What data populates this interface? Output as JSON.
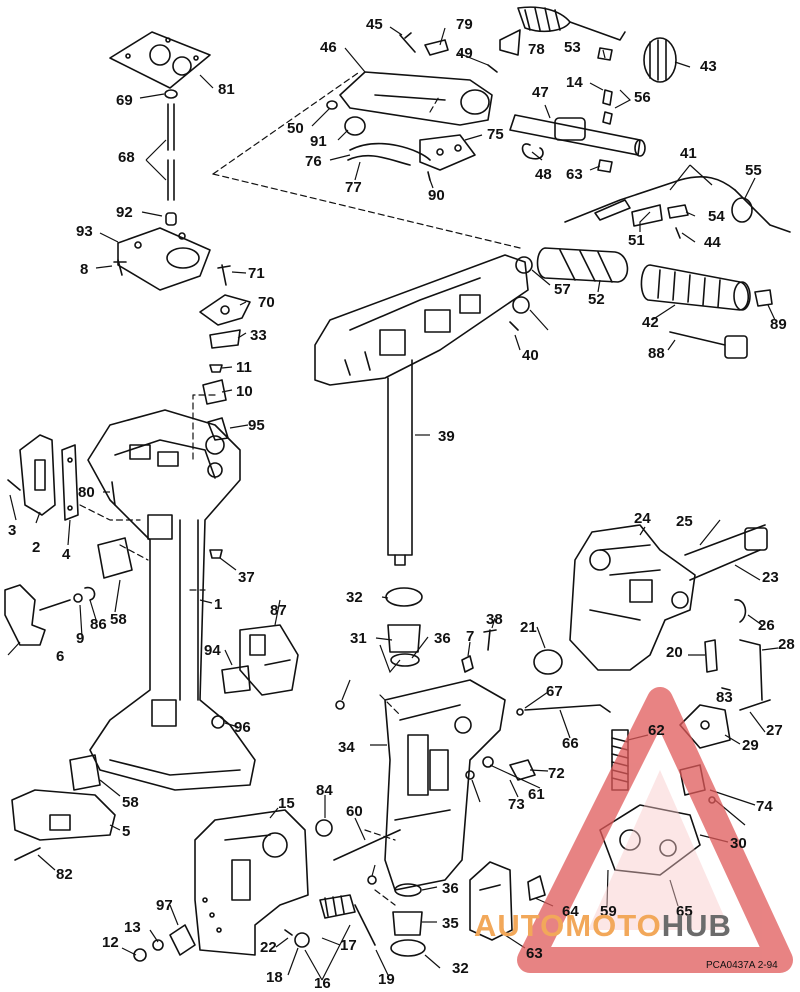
{
  "callouts": [
    "45",
    "79",
    "46",
    "49",
    "78",
    "53",
    "43",
    "81",
    "69",
    "50",
    "91",
    "75",
    "14",
    "56",
    "47",
    "68",
    "76",
    "77",
    "90",
    "48",
    "63",
    "41",
    "55",
    "92",
    "93",
    "51",
    "54",
    "44",
    "8",
    "71",
    "57",
    "52",
    "70",
    "33",
    "40",
    "89",
    "42",
    "11",
    "88",
    "10",
    "95",
    "39",
    "2",
    "4",
    "80",
    "3",
    "24",
    "25",
    "37",
    "1",
    "23",
    "58",
    "87",
    "32",
    "6",
    "9",
    "86",
    "38",
    "21",
    "94",
    "31",
    "36",
    "7",
    "20",
    "83",
    "28",
    "26",
    "96",
    "67",
    "34",
    "66",
    "62",
    "27",
    "29",
    "61",
    "72",
    "73",
    "74",
    "58",
    "84",
    "60",
    "30",
    "5",
    "15",
    "82",
    "36",
    "35",
    "59",
    "65",
    "64",
    "63",
    "97",
    "22",
    "17",
    "13",
    "12",
    "18",
    "16",
    "19",
    "32"
  ],
  "drawing_code": "PCA0437A   2-94",
  "watermark": {
    "brand_left": "AUTOMOTO",
    "brand_right": "HUB"
  },
  "colors": {
    "ink": "#111111",
    "watermark_red": "#e05a5a",
    "watermark_orange": "#f2a85a",
    "watermark_gray": "#6b6b6b"
  }
}
